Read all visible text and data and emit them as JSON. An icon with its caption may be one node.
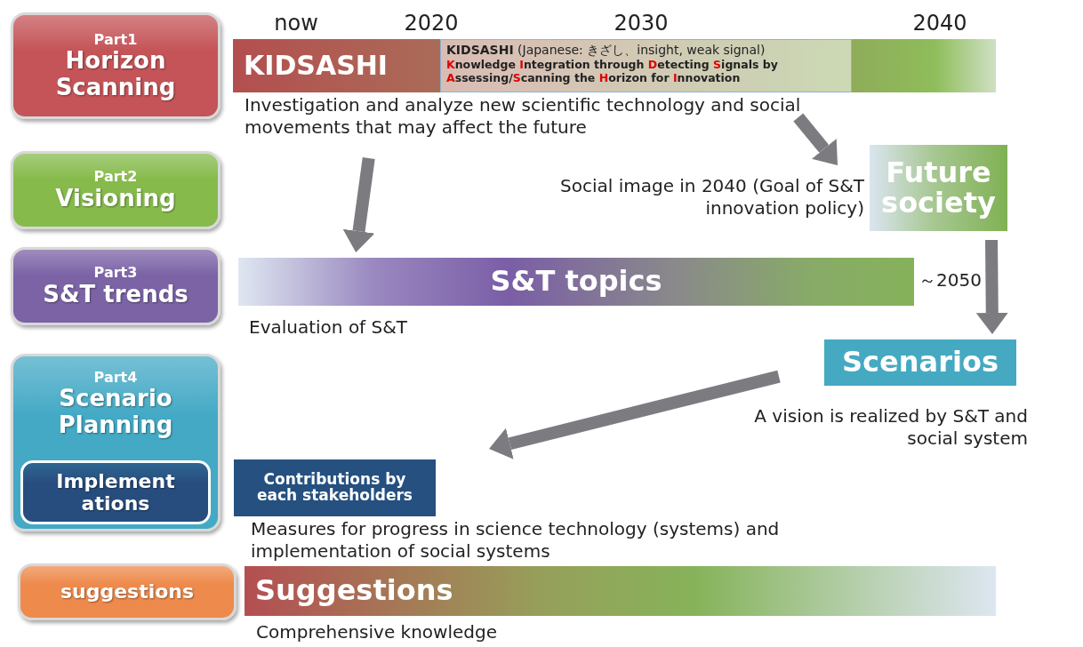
{
  "diagram": {
    "nodes": [
      {
        "text": [
          "Part1",
          "Horizon Scanning"
        ]
      },
      {
        "text": [
          "Part2",
          "Visioning"
        ]
      },
      {
        "text": [
          "Part3",
          "S&T trends"
        ]
      },
      {
        "text": [
          "Part4",
          "Scenario Planning"
        ]
      },
      {
        "text": [
          "Implement ations"
        ],
        "in": 3
      },
      {
        "text": [
          "suggestions"
        ]
      },
      {
        "text": [
          "KIDSASHI"
        ],
        "beside": [
          "Investigation and analyze new scientific technology and social movements that may affect the future"
        ]
      },
      {
        "text": [
          "**KIDSASHI** (Japanese: きざし、insight, weak signal)",
          "Knowledge Integration through Detecting Signals by Assessing/Scanning the Horizon for Innovation"
        ],
        "in": 6
      },
      {
        "text": [
          "S&T topics"
        ],
        "beside": [
          "Evaluation of S&T",
          "～2050"
        ]
      },
      {
        "text": [
          "Future society"
        ],
        "beside": [
          "Social image in 2040 (Goal of S&T innovation policy)"
        ]
      },
      {
        "text": [
          "Scenarios"
        ],
        "beside": [
          "A vision is realized by S&T and social system"
        ]
      },
      {
        "text": [
          "Contributions by each stakeholders"
        ],
        "beside": [
          "Measures for progress in science technology (systems) and implementation of social systems"
        ]
      },
      {
        "text": [
          "Suggestions"
        ],
        "beside": [
          "Comprehensive knowledge"
        ]
      }
    ],
    "edges": [
      {
        "from": 6,
        "to": 8,
        "arrow": "to"
      },
      {
        "from": 6,
        "to": 9,
        "arrow": "to"
      },
      {
        "from": 9,
        "to": 10,
        "arrow": "to"
      },
      {
        "from": 10,
        "to": 11,
        "arrow": "to"
      }
    ],
    "labels": [
      "now",
      "2020",
      "2030",
      "2040"
    ]
  }
}
